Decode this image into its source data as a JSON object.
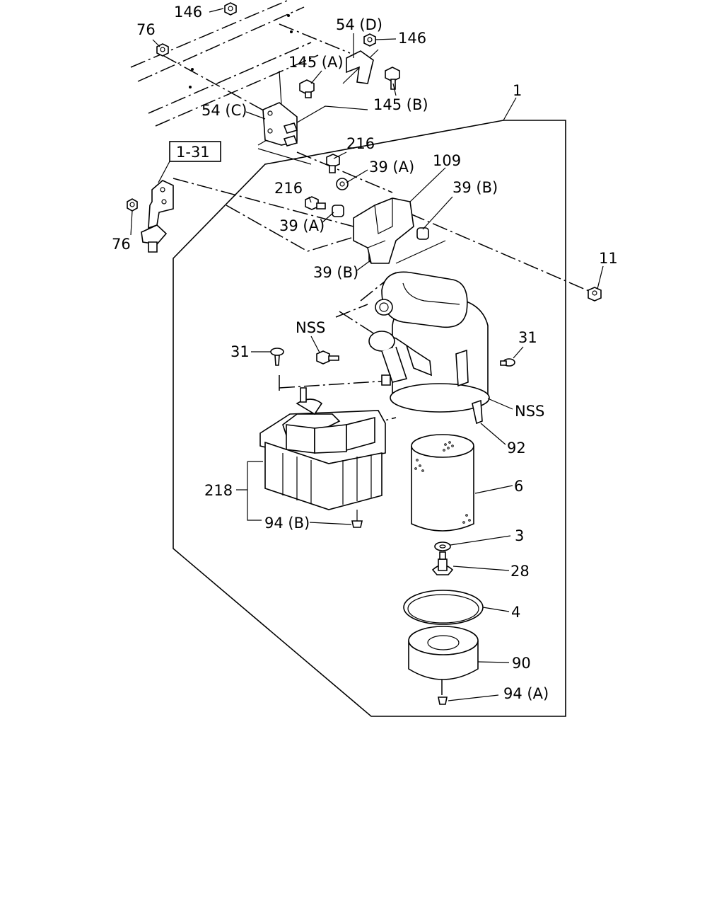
{
  "callouts": {
    "c146a": "146",
    "c76a": "76",
    "c54d": "54 (D)",
    "c146b": "146",
    "c145a": "145 (A)",
    "c145b": "145 (B)",
    "c54c": "54 (C)",
    "c1": "1",
    "c131": "1-31",
    "c216a": "216",
    "c39a1": "39 (A)",
    "c109": "109",
    "c216b": "216",
    "c39b1": "39 (B)",
    "c39a2": "39 (A)",
    "c76b": "76",
    "c39b2": "39 (B)",
    "c11": "11",
    "cnss1": "NSS",
    "c31a": "31",
    "c31b": "31",
    "cnss2": "NSS",
    "c92": "92",
    "c218": "218",
    "c6": "6",
    "c94b": "94 (B)",
    "c3": "3",
    "c28": "28",
    "c4": "4",
    "c90": "90",
    "c94a": "94 (A)"
  }
}
